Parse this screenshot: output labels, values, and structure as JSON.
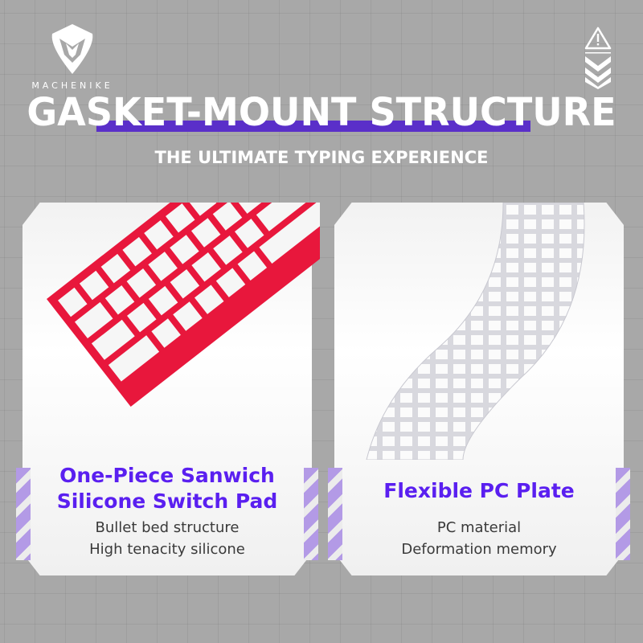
{
  "brand": {
    "name": "MACHENIKE",
    "icon": "machenike-logo-icon"
  },
  "header": {
    "title": "GASKET-MOUNT STRUCTURE",
    "subtitle": "THE ULTIMATE TYPING EXPERIENCE",
    "accent": "#5a2fc9"
  },
  "cards": [
    {
      "title_lines": [
        "One-Piece Sanwich",
        "Silicone Switch Pad"
      ],
      "features": [
        "Bullet bed structure",
        "High tenacity silicone"
      ],
      "color": "#e8173c"
    },
    {
      "title_lines": [
        "Flexible PC Plate"
      ],
      "features": [
        "PC material",
        "Deformation memory"
      ],
      "color": "#e9e9ee"
    }
  ],
  "colors": {
    "background": "#a8a8a8",
    "title_purple": "#5a1ff0",
    "bar": "#5b25e8"
  }
}
